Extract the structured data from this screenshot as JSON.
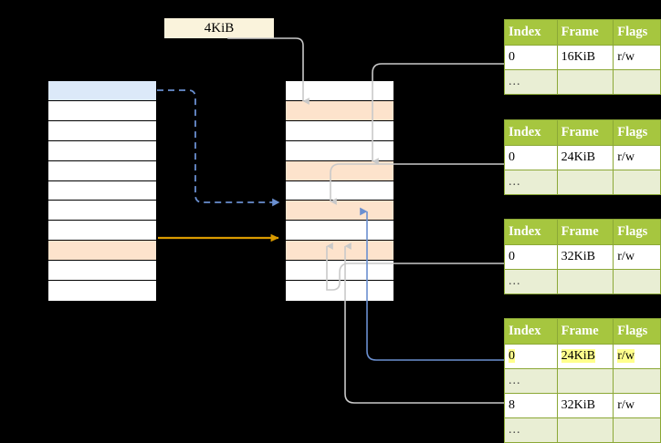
{
  "diagram": {
    "title_tag": {
      "label": "4KiB"
    },
    "virtual_column": {
      "name": "virtual-address-space-column",
      "rows": [
        {
          "fill": "blue"
        },
        {
          "fill": "white"
        },
        {
          "fill": "white"
        },
        {
          "fill": "white"
        },
        {
          "fill": "white"
        },
        {
          "fill": "white"
        },
        {
          "fill": "white"
        },
        {
          "fill": "white"
        },
        {
          "fill": "orange"
        },
        {
          "fill": "white"
        },
        {
          "fill": "white"
        }
      ]
    },
    "physical_column": {
      "name": "physical-memory-column",
      "rows": [
        {
          "fill": "white"
        },
        {
          "fill": "orange"
        },
        {
          "fill": "white"
        },
        {
          "fill": "white"
        },
        {
          "fill": "orange"
        },
        {
          "fill": "white"
        },
        {
          "fill": "orange"
        },
        {
          "fill": "white"
        },
        {
          "fill": "orange"
        },
        {
          "fill": "white"
        },
        {
          "fill": "white"
        }
      ]
    },
    "tables": [
      {
        "name": "page-table-level-1",
        "headers": [
          "Index",
          "Frame",
          "Flags"
        ],
        "rows": [
          {
            "cells": [
              "0",
              "16KiB",
              "r/w"
            ],
            "style": "normal",
            "highlight": [
              false,
              false,
              false
            ]
          },
          {
            "cells": [
              "...",
              "",
              ""
            ],
            "style": "dots",
            "highlight": [
              false,
              false,
              false
            ]
          }
        ]
      },
      {
        "name": "page-table-level-2",
        "headers": [
          "Index",
          "Frame",
          "Flags"
        ],
        "rows": [
          {
            "cells": [
              "0",
              "24KiB",
              "r/w"
            ],
            "style": "normal",
            "highlight": [
              false,
              false,
              false
            ]
          },
          {
            "cells": [
              "...",
              "",
              ""
            ],
            "style": "dots",
            "highlight": [
              false,
              false,
              false
            ]
          }
        ]
      },
      {
        "name": "page-table-level-3",
        "headers": [
          "Index",
          "Frame",
          "Flags"
        ],
        "rows": [
          {
            "cells": [
              "0",
              "32KiB",
              "r/w"
            ],
            "style": "normal",
            "highlight": [
              false,
              false,
              false
            ]
          },
          {
            "cells": [
              "...",
              "",
              ""
            ],
            "style": "dots",
            "highlight": [
              false,
              false,
              false
            ]
          }
        ]
      },
      {
        "name": "page-table-level-4",
        "headers": [
          "Index",
          "Frame",
          "Flags"
        ],
        "rows": [
          {
            "cells": [
              "0",
              "24KiB",
              "r/w"
            ],
            "style": "normal",
            "highlight": [
              true,
              true,
              true
            ]
          },
          {
            "cells": [
              "...",
              "",
              ""
            ],
            "style": "dots",
            "highlight": [
              false,
              false,
              false
            ]
          },
          {
            "cells": [
              "8",
              "32KiB",
              "r/w"
            ],
            "style": "normal",
            "highlight": [
              false,
              false,
              false
            ]
          },
          {
            "cells": [
              "...",
              "",
              ""
            ],
            "style": "dots",
            "highlight": [
              false,
              false,
              false
            ]
          }
        ]
      }
    ],
    "colors": {
      "background": "#000000",
      "table_header": "#a6c63f",
      "table_border": "#8ba836",
      "dots_row": "#e9eed4",
      "highlight_yellow": "#ffff8d",
      "tag_background": "#faf3dc",
      "blue_cell": "#dce9f9",
      "orange_cell": "#fde3cc",
      "blue_wire": "#6a8fd0",
      "orange_wire": "#d99a00",
      "gray_wire": "#c9c9c9"
    }
  }
}
